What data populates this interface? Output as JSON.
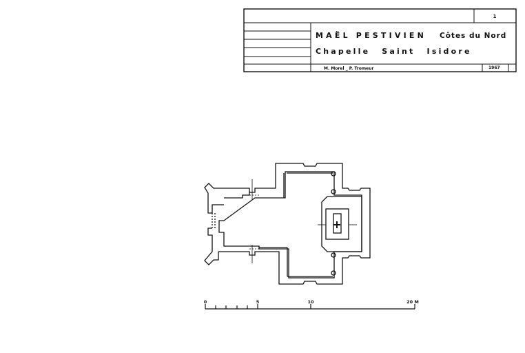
{
  "title_block": {
    "sheet_number": "1",
    "place": "MAËL PESTIVIEN",
    "department": "Côtes du Nord",
    "building": "Chapelle Saint Isidore",
    "authors": "M. Morel _ P. Tromeur",
    "year": "1967"
  },
  "scale_bar": {
    "labels": [
      "0",
      "5",
      "10",
      "20 M"
    ]
  },
  "colors": {
    "ink": "#111111",
    "paper": "#ffffff"
  }
}
